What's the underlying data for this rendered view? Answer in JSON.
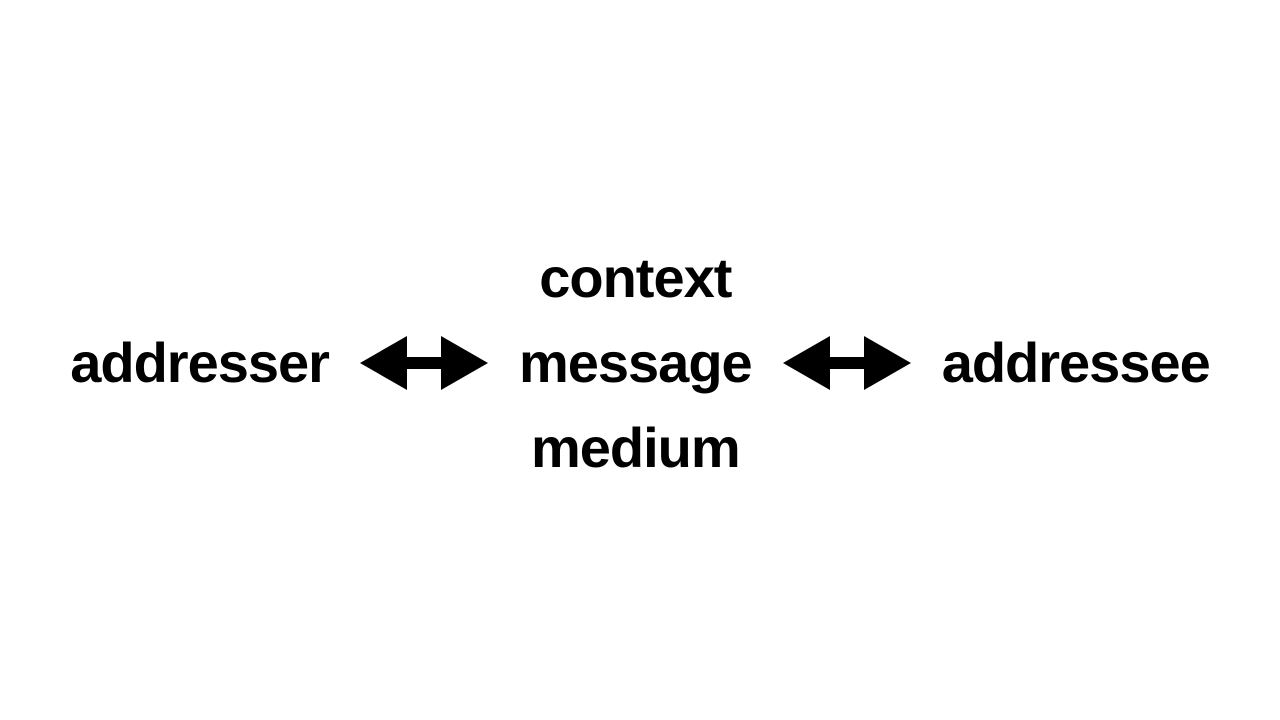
{
  "diagram": {
    "title_hidden": "",
    "left_node": "addresser",
    "center_nodes": {
      "top": "context",
      "middle": "message",
      "bottom": "medium"
    },
    "right_node": "addressee",
    "colors": {
      "background": "#ffffff",
      "text": "#000000",
      "arrow": "#000000"
    }
  }
}
